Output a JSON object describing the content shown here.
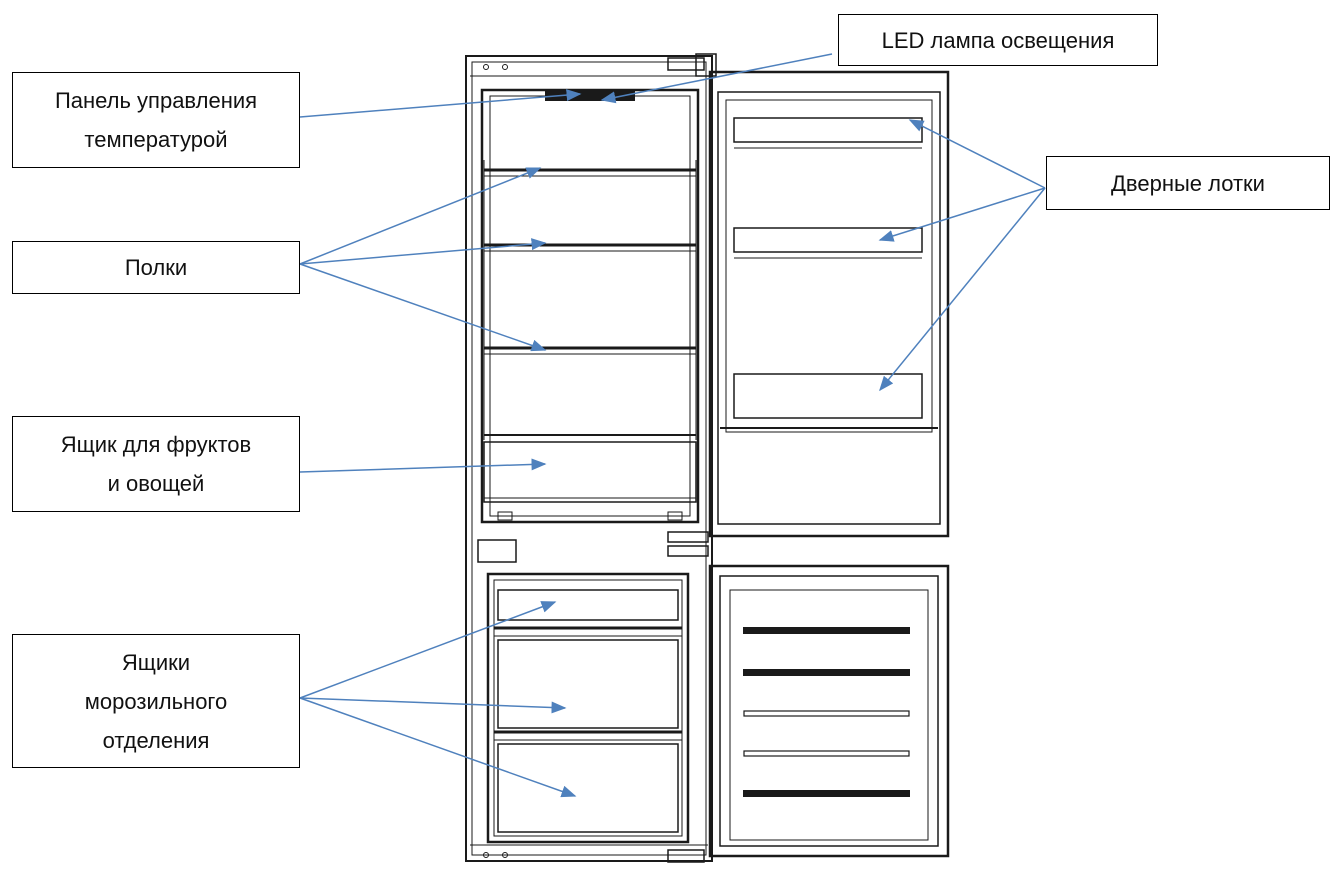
{
  "labels": {
    "control_panel": [
      "Панель управления",
      "температурой"
    ],
    "shelves": [
      "Полки"
    ],
    "crisper": [
      "Ящик для фруктов",
      "и овощей"
    ],
    "freezer_drawers": [
      "Ящики",
      "морозильного",
      "отделения"
    ],
    "led_lamp": [
      "LED лампа освещения"
    ],
    "door_trays": [
      "Дверные лотки"
    ]
  },
  "colors": {
    "line_art": "#1a1a1a",
    "arrow": "#4f81bd",
    "box_border": "#000000"
  }
}
